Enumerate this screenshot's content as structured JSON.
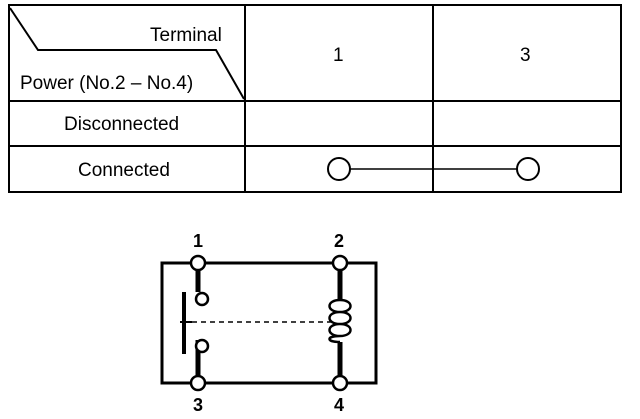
{
  "table": {
    "header_corner_top": "Terminal",
    "header_corner_bottom": "Power (No.2 – No.4)",
    "columns": [
      "1",
      "3"
    ],
    "rows": [
      {
        "label": "Disconnected",
        "connected_terminals": []
      },
      {
        "label": "Connected",
        "connected_terminals": [
          "1",
          "3"
        ]
      }
    ]
  },
  "relay": {
    "pins": {
      "top_left": "1",
      "top_right": "2",
      "bottom_left": "3",
      "bottom_right": "4"
    }
  }
}
